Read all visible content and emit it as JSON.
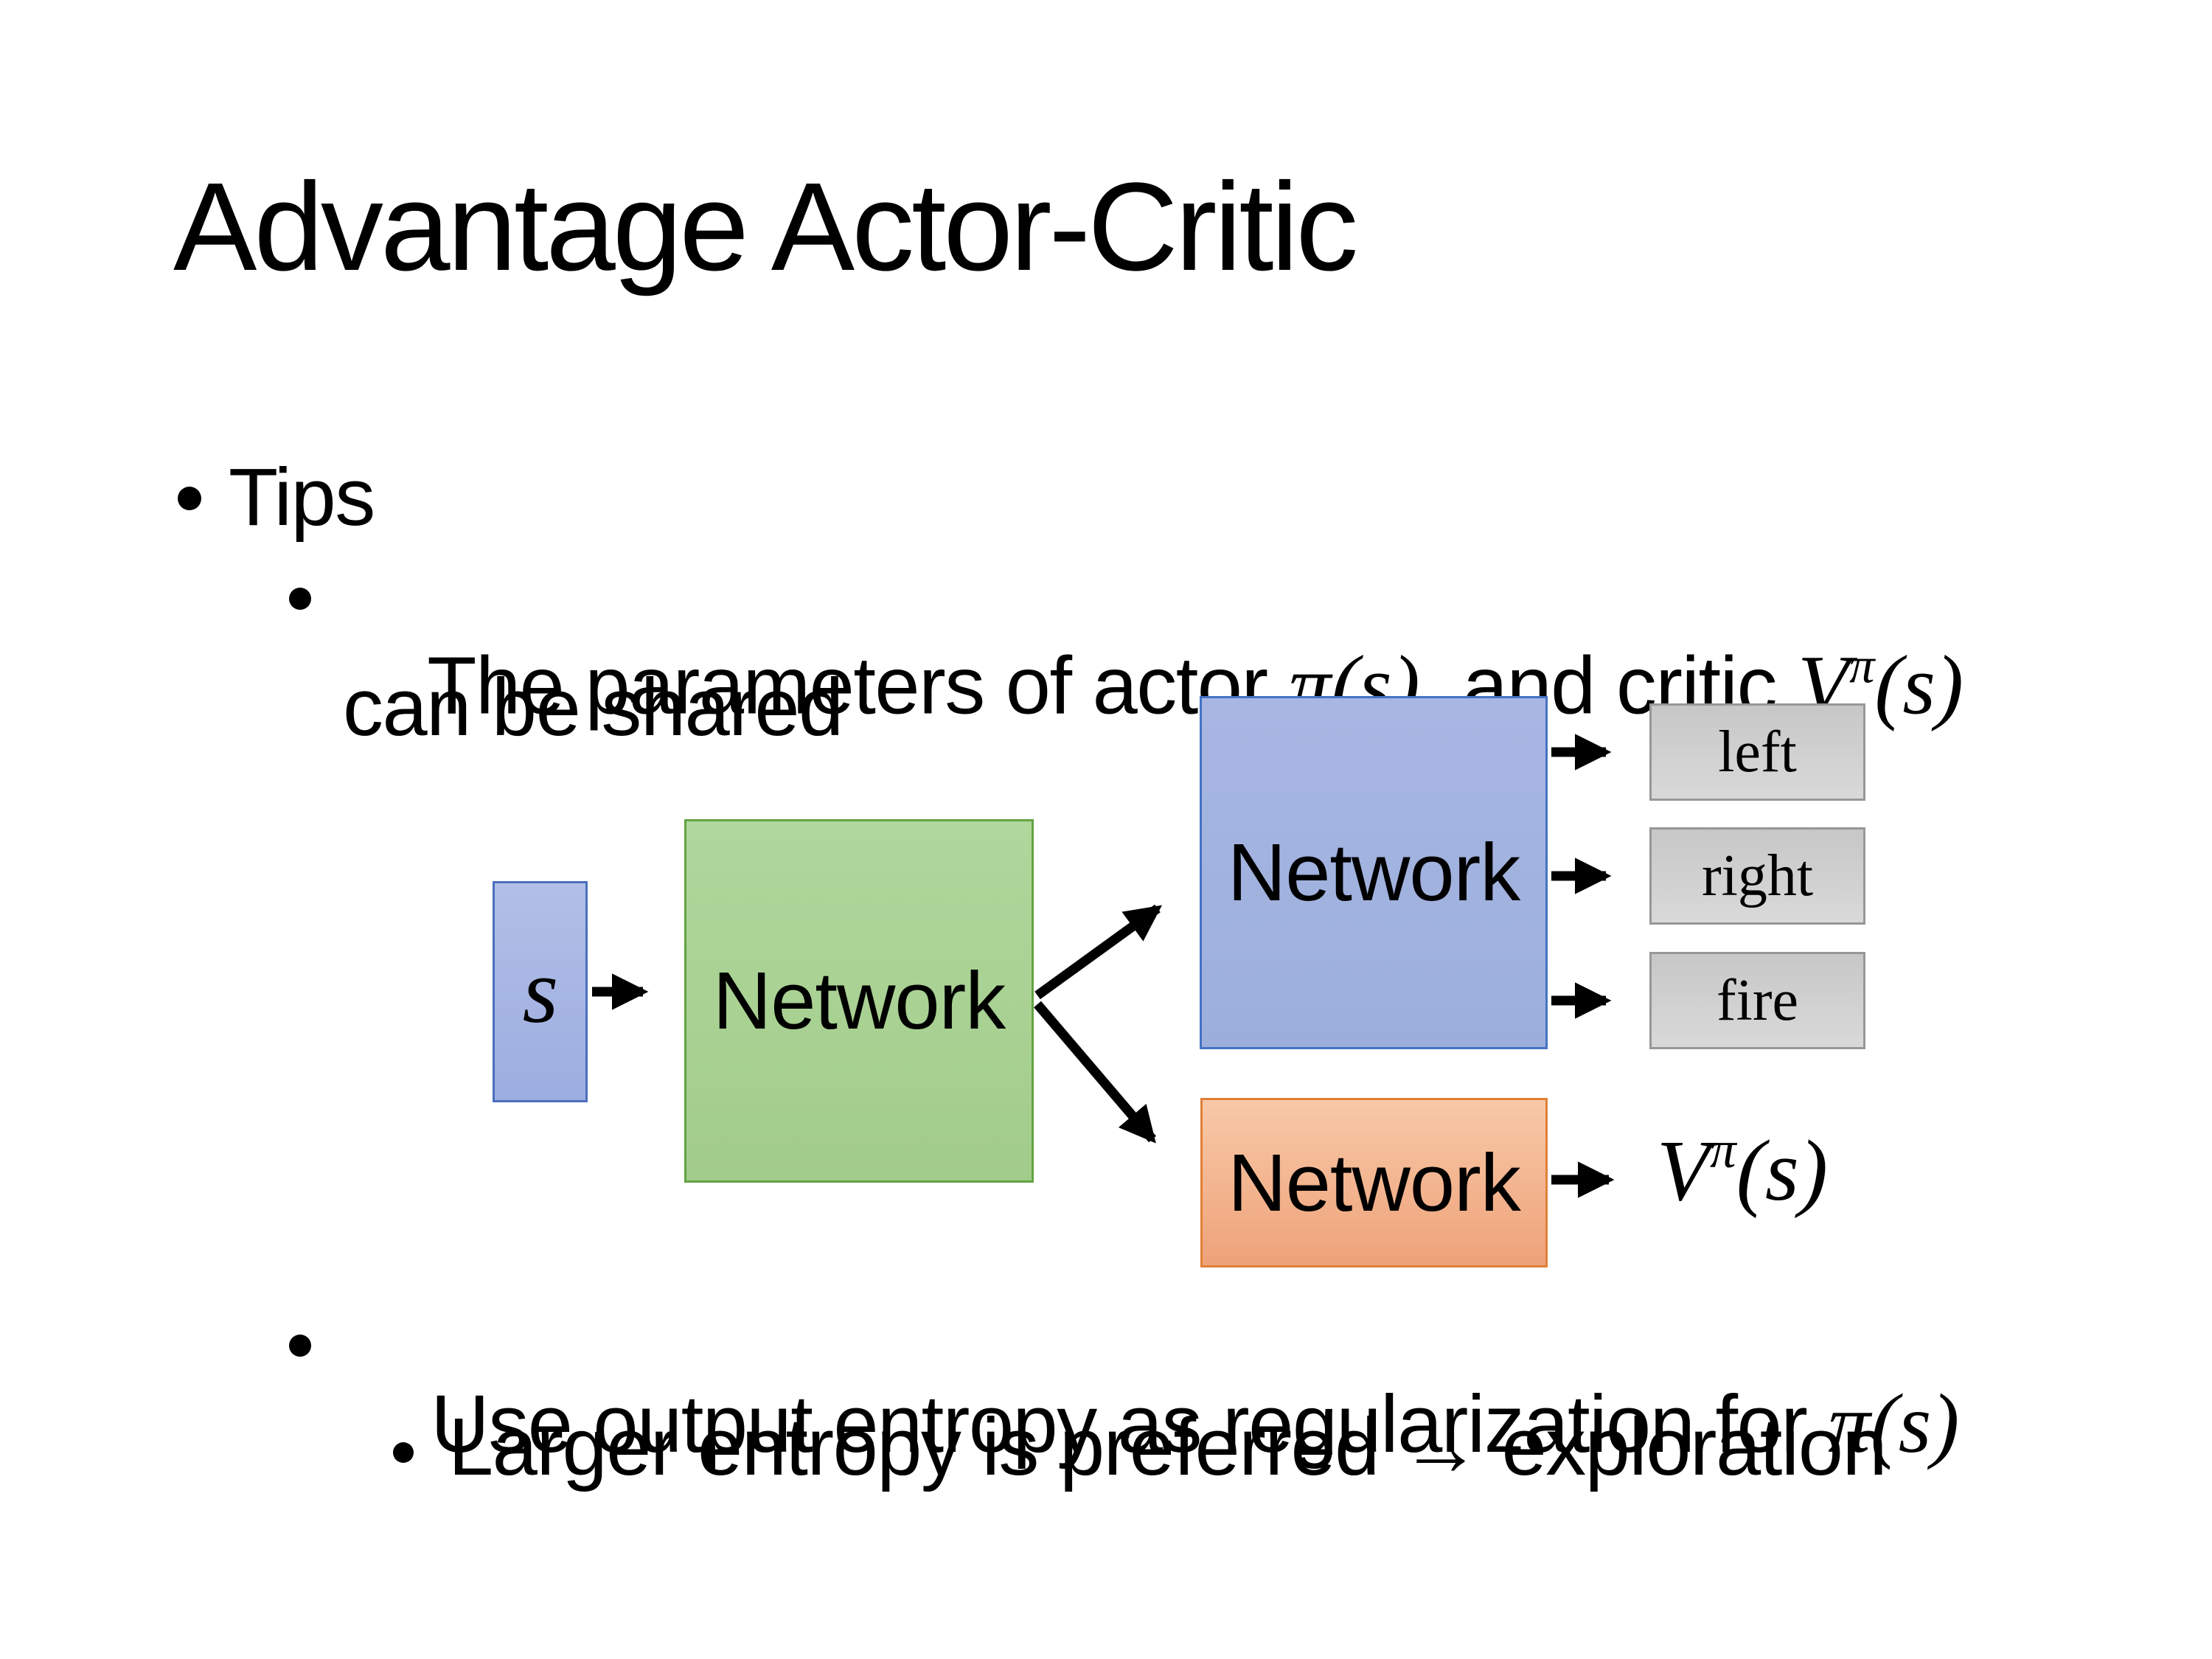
{
  "title": "Advantage Actor-Critic",
  "bullets": {
    "tips": "Tips",
    "param": {
      "t1": "The parameters of actor ",
      "m1": "π(s)",
      "t2": "  and critic ",
      "m2_base": "V",
      "m2_sup": "π",
      "m2_tail": "(s)",
      "line2": "can be shared"
    },
    "entropy": {
      "t1": "Use output entropy as regularization for ",
      "m1": "π(s)"
    },
    "exploration": "Larger entropy is preferred → exploration"
  },
  "diagram": {
    "state_label": "s",
    "shared_network_label": "Network",
    "actor_network_label": "Network",
    "critic_network_label": "Network",
    "action_left": "left",
    "action_right": "right",
    "action_fire": "fire",
    "critic_output": {
      "base": "V",
      "sup": "π",
      "tail": "(s)"
    },
    "colors": {
      "blue_fill": "#A9B7E0",
      "blue_border": "#4472C4",
      "green_fill": "#A9D18E",
      "green_border": "#70AD47",
      "orange_fill": "#F4B183",
      "orange_border": "#ED7D31",
      "gray_fill": "#D2D2D2",
      "gray_border": "#979797",
      "arrow": "#000000",
      "text": "#000000"
    }
  }
}
